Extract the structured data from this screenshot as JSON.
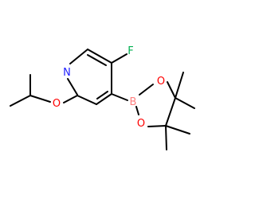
{
  "molecule": {
    "atoms": [
      {
        "symbol": "F",
        "color": "#00b050"
      },
      {
        "symbol": "N",
        "color": "#1f1fff"
      },
      {
        "symbol": "O",
        "color": "#ff0000"
      },
      {
        "symbol": "B",
        "color": "#ff8080"
      },
      {
        "symbol": "O",
        "color": "#ff0000"
      },
      {
        "symbol": "O",
        "color": "#ff0000"
      }
    ],
    "bond_color": "#000000"
  }
}
